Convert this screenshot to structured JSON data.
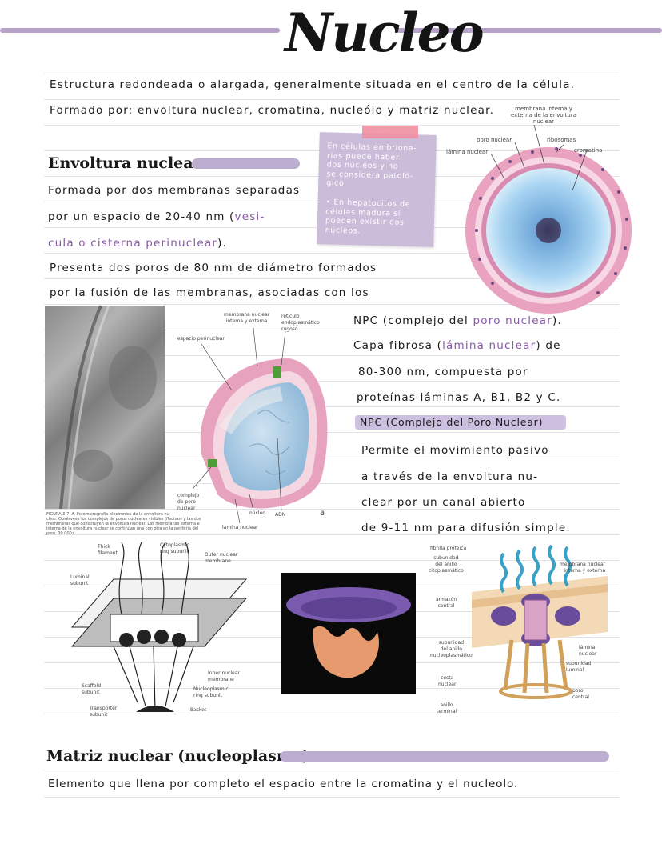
{
  "title": "Nucleo",
  "intro": {
    "line1": "Estructura redondeada o alargada, generalmente situada en el centro de la célula.",
    "line2": "Formado por: envoltura nuclear, cromatina, nucleólo y matriz nuclear."
  },
  "envoltura": {
    "heading": "Envoltura nuclear",
    "l1": "Formada por dos membranas separadas",
    "l2a": "por un espacio de 20-40 nm (",
    "l2b": "vesi-",
    "l3a": "cula o cisterna perinuclear",
    "l3b": ").",
    "l4": "Presenta dos poros de 80 nm de diámetro formados",
    "l5": "por la fusión de las membranas, asociadas con los"
  },
  "sticky": {
    "p1": "En células embriona-\nrias puede haber\ndos núcleos y no\nse considera patoló-\ngico.",
    "p2": "• En hepatocitos de\ncélulas madura si\npueden existir dos\nnúcleos."
  },
  "fig1": {
    "membrana": "membrana interna y\nexterna de la envoltura\nnuclear",
    "poro": "poro nuclear",
    "lamina": "lámina nuclear",
    "ribosomas": "ribosomas",
    "cromatina": "cromatina"
  },
  "npc_text": {
    "l1a": "NPC (complejo del ",
    "l1b": "poro nuclear",
    "l1c": ").",
    "l2a": "Capa fibrosa (",
    "l2b": "lámina nuclear",
    "l2c": ") de",
    "l3": "80-300 nm, compuesta por",
    "l4": "proteínas láminas A, B1, B2 y C.",
    "l5": "NPC (Complejo del Poro Nuclear)",
    "l6": "Permite el movimiento pasivo",
    "l7": "a través de la envoltura nu-",
    "l8": "clear por un canal abierto",
    "l9": "de 9-11 nm para difusión simple."
  },
  "fig2": {
    "caption": "FIGURA 3-7  A. Fotomicrografía electrónica de la envoltura nu-\nclear. Obsérvese los complejos de poros nucleares visibles (flechas) y las dos\nmembranas que constituyen la envoltura nuclear. Las membranas externa e\ninterna de la envoltura nuclear se continúan una con otra en la periferia del\nporo. 30 000×."
  },
  "fig3": {
    "membrana": "membrana nuclear\ninterna y externa",
    "reticulo": "retículo\nendoplasmático\nrugoso",
    "espacio": "espacio perinuclear",
    "complejo": "complejo\nde poro\nnuclear",
    "nucleo": "núcleo",
    "adn": "ADN",
    "lamina": "lámina nuclear",
    "panel": "a"
  },
  "fig4": {
    "thick": "Thick\nfilament",
    "cyto": "Cytoplasmic\nring subunit",
    "outer": "Outer nuclear\nmembrane",
    "luminal": "Luminal\nsubunit",
    "inner": "Inner nuclear\nmembrane",
    "scaffold": "Scaffold\nsubunit",
    "nucleo": "Nucleoplasmic\nring subunit",
    "transporter": "Transporter\nsubunit",
    "basket": "Basket"
  },
  "fig5": {
    "fibrilla": "fibrilla proteica",
    "subcito": "subunidad\ndel anillo\ncitoplasmático",
    "armazon": "armazón\ncentral",
    "subnucleo": "subunidad\ndel anillo\nnucleoplasmático",
    "cesta": "cesta\nnuclear",
    "anillo": "anillo\nterminal",
    "membrana": "membrana nuclear\ninterna y externa",
    "laminanuc": "lámina\nnuclear",
    "luminal": "subunidad\nluminal",
    "poro": "poro\ncentral"
  },
  "matriz": {
    "heading": "Matriz nuclear (nucleoplasma)",
    "line": "Elemento que llena por completo el espacio entre la cromatina y el nucleolo."
  },
  "colors": {
    "accent": "#b7a3c9",
    "highlight_text": "#8a5aa8",
    "sticky": "#cbbcda",
    "tape": "#ef8fa1"
  }
}
